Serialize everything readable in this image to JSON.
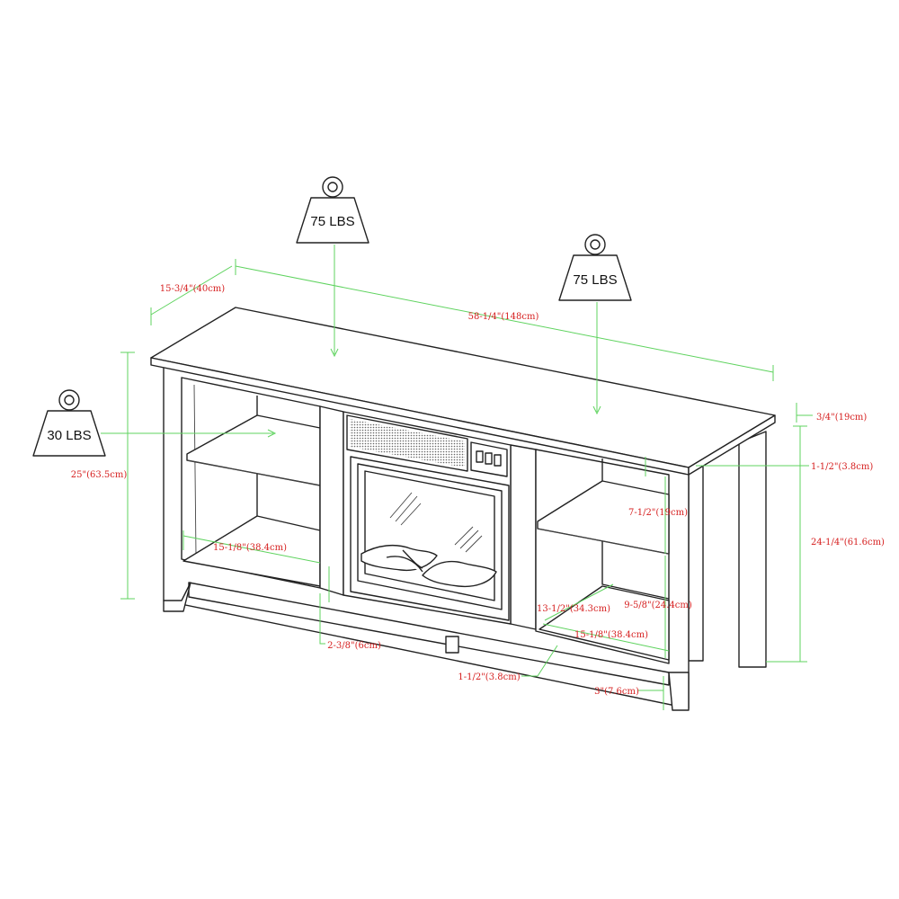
{
  "colors": {
    "outline": "#222222",
    "dimension_line": "#5fd35f",
    "dimension_text": "#d62020",
    "background": "#ffffff"
  },
  "weights": {
    "top_left": "75 LBS",
    "top_right": "75 LBS",
    "side_shelf": "30 LBS"
  },
  "dimensions": {
    "depth": "15-3/4\"(40cm)",
    "width": "58-1/4\"(148cm)",
    "height": "25\"(63.5cm)",
    "top_thickness": "3/4\"(19cm)",
    "overhang": "1-1/2\"(3.8cm)",
    "leg_height_total": "24-1/4\"(61.6cm)",
    "shelf_gap_upper": "7-1/2\"(19cm)",
    "shelf_gap_lower": "9-5/8\"(24.4cm)",
    "shelf_depth": "13-1/2\"(34.3cm)",
    "left_opening_width": "15-1/8\"(38.4cm)",
    "right_opening_width": "15-1/8\"(38.4cm)",
    "divider_thickness": "2-3/8\"(6cm)",
    "bottom_rail": "1-1/2\"(3.8cm)",
    "leg_clearance": "3\"(7.6cm)"
  },
  "icons": [
    "weight-icon",
    "fireplace-icon",
    "control-panel-icon"
  ]
}
